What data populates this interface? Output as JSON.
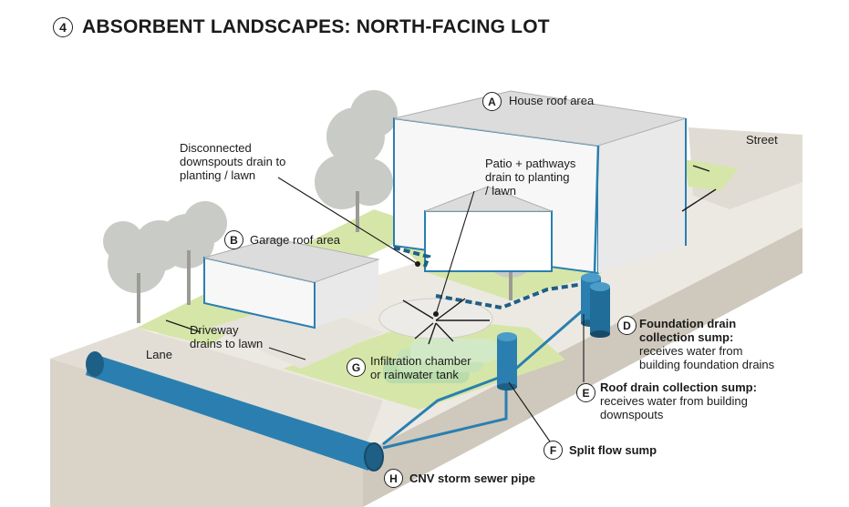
{
  "title": {
    "number": "4",
    "text": "ABSORBENT LANDSCAPES: NORTH-FACING LOT"
  },
  "labels": {
    "A": {
      "badge": "A",
      "text": "House roof area"
    },
    "B": {
      "badge": "B",
      "text": "Garage roof area"
    },
    "D": {
      "badge": "D",
      "line1": "Foundation drain",
      "line2": "collection sump:",
      "line3": "receives water from",
      "line4": "building foundation drains"
    },
    "E": {
      "badge": "E",
      "line1": "Roof drain collection sump:",
      "line2": "receives water from building",
      "line3": "downspouts"
    },
    "F": {
      "badge": "F",
      "text": "Split flow sump"
    },
    "G": {
      "badge": "G",
      "line1": "Infiltration chamber",
      "line2": "or rainwater tank"
    },
    "H": {
      "badge": "H",
      "text": "CNV storm sewer pipe"
    }
  },
  "callouts": {
    "downspouts": {
      "line1": "Disconnected",
      "line2": "downspouts drain to",
      "line3": "planting / lawn"
    },
    "patio": {
      "line1": "Patio + pathways",
      "line2": "drain to planting",
      "line3": "/ lawn"
    },
    "driveway": {
      "line1": "Driveway",
      "line2": "drains to lawn"
    },
    "street": "Street",
    "lane": "Lane"
  },
  "colors": {
    "pipe": "#2a7fb0",
    "pipe_dark": "#1e5f86",
    "lawn": "#d6e6a8",
    "ground": "#e8e4dc",
    "ground_side": "#d9d3c8",
    "building": "#ffffff",
    "roof": "#dcdcdc",
    "tree": "#c9cbc6",
    "chamber": "#b9dcaa",
    "text": "#1b1b1b"
  },
  "icons": [
    "circle-badge-icon",
    "tree-icon",
    "arrow-icon",
    "sump-cylinder-icon"
  ]
}
